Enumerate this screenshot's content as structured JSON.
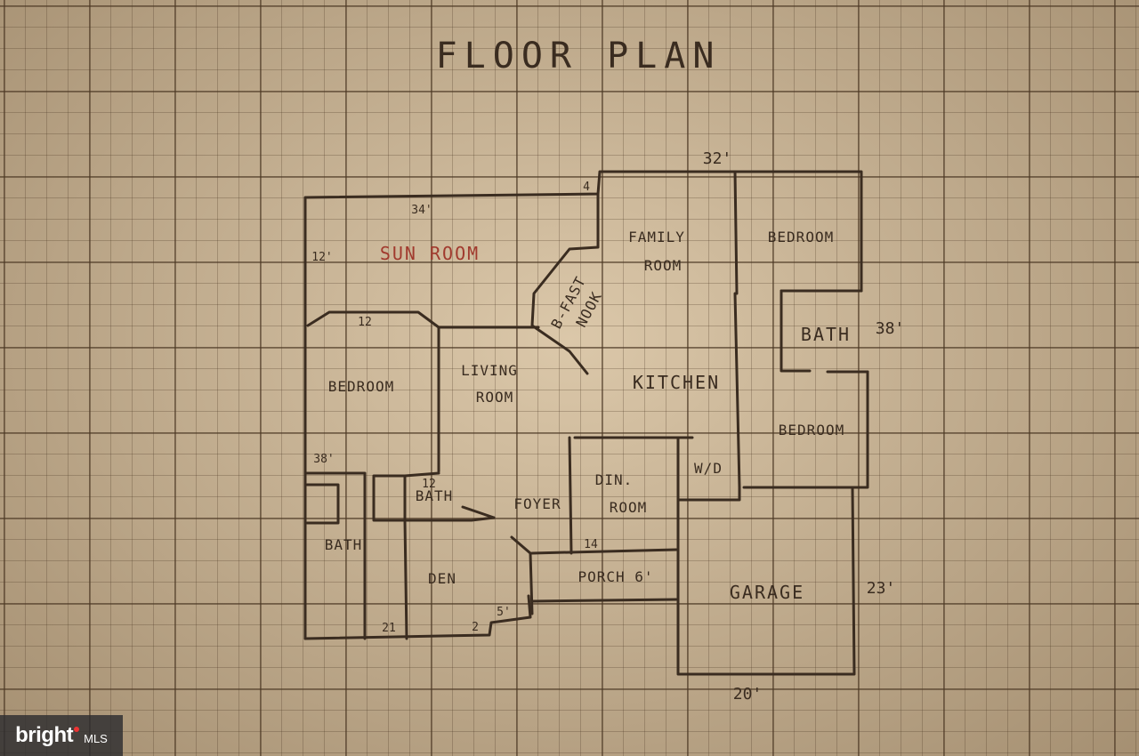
{
  "title": "FLOOR PLAN",
  "rooms": {
    "sun_room": "SUN ROOM",
    "family_room_1": "FAMILY",
    "family_room_2": "ROOM",
    "bedroom_ne": "BEDROOM",
    "bath_east": "BATH",
    "bedroom_w": "BEDROOM",
    "living_room_1": "LIVING",
    "living_room_2": "ROOM",
    "bfast_nook_1": "B-FAST",
    "bfast_nook_2": "NOOK",
    "kitchen": "KITCHEN",
    "bedroom_se": "BEDROOM",
    "wd": "W/D",
    "bath_center": "BATH",
    "foyer": "FOYER",
    "dining_room_1": "DIN.",
    "dining_room_2": "ROOM",
    "bath_sw": "BATH",
    "den": "DEN",
    "porch": "PORCH 6'",
    "garage": "GARAGE"
  },
  "dimensions": {
    "top_width": "32'",
    "sun_room_width": "34'",
    "sun_room_depth": "12'",
    "step_4": "4",
    "east_depth": "38'",
    "bedroom_width": "12",
    "west_depth": "38'",
    "bath_12": "12",
    "porch_width": "14",
    "den_5": "5'",
    "den_2": "2",
    "den_21": "21",
    "garage_depth": "23'",
    "garage_width": "20'"
  },
  "badge": {
    "brand": "bright",
    "suffix": "MLS"
  },
  "colors": {
    "paper": "#c8b291",
    "ink": "#3a2c20",
    "sun_room_ink": "#a13a2e"
  }
}
